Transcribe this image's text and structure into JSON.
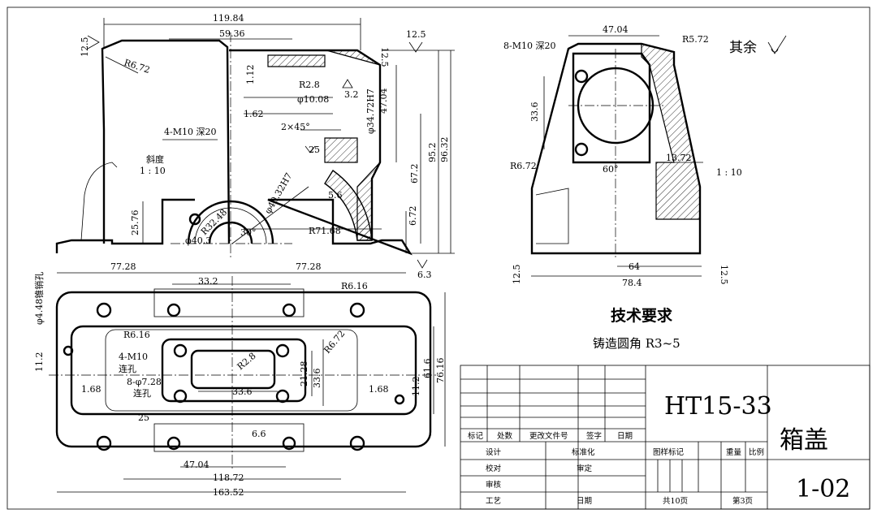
{
  "drawing": {
    "front_view_dims": {
      "overall_width": "119.84",
      "inner_width": "59.36",
      "r_corner": "R6.72",
      "r_small": "R2.8",
      "h_1_12": "1.12",
      "phi_hole": "φ10.08",
      "rough_3_2": "3.2",
      "w_1_62": "1.62",
      "chamfer": "2×45°",
      "rough_25": "25",
      "thread_note": "4-M10 深20",
      "slope_label": "斜度",
      "slope_ratio": "1 : 10",
      "phi_bore_fit": "φ34.72H7",
      "h_47_04": "47.04",
      "h_95_2": "95.2",
      "h_96_32": "96.32",
      "h_67_2": "67.2",
      "h_6_72": "6.72",
      "wall_5_6": "5.6",
      "r_big": "R71.68",
      "phi_bore2": "φ40.32H7",
      "r_32": "R32.48",
      "phi_40": "φ40.3",
      "h_25_76": "25.76",
      "rough_12_5a": "12.5",
      "rough_12_5b": "12.5",
      "rough_12_5c": "12.5",
      "rough_6_3": "6.3",
      "deg_30": "30°"
    },
    "side_view_dims": {
      "thread_note": "8-M10 深20",
      "width_47_04": "47.04",
      "r_5_72": "R5.72",
      "h_33_6": "33.6",
      "r_6_72": "R6.72",
      "w_60": "60°",
      "w_13_72": "13.72",
      "slope": "1 : 10",
      "w_64": "64",
      "w_78_4": "78.4",
      "rough_12_5a": "12.5",
      "rough_12_5b": "12.5",
      "rest_rough": "其余"
    },
    "top_view_dims": {
      "half_left": "77.28",
      "half_right": "77.28",
      "w_33_2": "33.2",
      "r_6_16a": "R6.16",
      "r_6_16b": "R6.16",
      "phi_4_48": "φ4.48锥销孔",
      "h_11_2a": "11.2",
      "thread_note1": "4-M10",
      "thread_note2": "连孔",
      "hole_note1": "8-φ7.28",
      "hole_note2": "连孔",
      "rough_25": "25",
      "w_1_68a": "1.68",
      "w_1_68b": "1.68",
      "r_2_8": "R2.8",
      "w_33_6": "33.6",
      "h_21_28": "21.28",
      "h_33_6": "33.6",
      "r_6_72": "R6.72",
      "h_11_2b": "11.2",
      "h_61_6": "61.6",
      "h_76_16": "76.16",
      "w_6_6": "6.6",
      "w_47_04": "47.04",
      "w_118_72": "118.72",
      "w_163_52": "163.52"
    },
    "tech_req": {
      "title": "技术要求",
      "line1": "铸造圆角 R3~5"
    }
  },
  "title_block": {
    "code": "HT15-33",
    "part_name": "箱盖",
    "drawing_no": "1-02",
    "row_headers": [
      "标记",
      "处数",
      "更改文件号",
      "签字",
      "日期"
    ],
    "design": "设计",
    "standard": "标准化",
    "check": "校对",
    "review": "审定",
    "audit": "审核",
    "process": "工艺",
    "date_label": "日期",
    "stage_mark": "图样标记",
    "weight": "重量",
    "scale": "比例",
    "sheets_total": "共10页",
    "sheet_no": "第3页"
  }
}
